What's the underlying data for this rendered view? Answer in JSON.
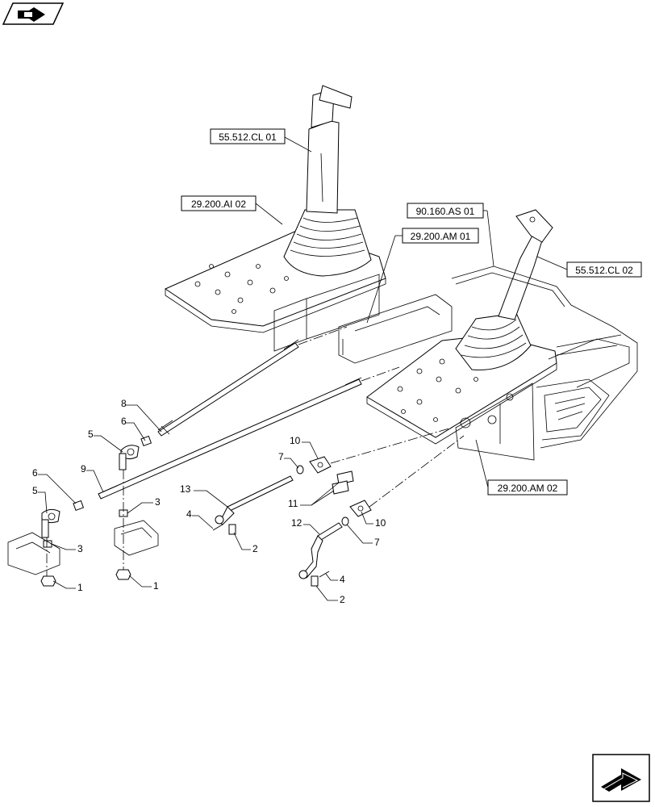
{
  "icons": {
    "top_left": "book-arrow-icon",
    "bottom_right": "next-page-arrow-icon"
  },
  "reference_labels": {
    "ref_55512_cl01": "55.512.CL 01",
    "ref_29200_ai02": "29.200.AI 02",
    "ref_90160_as01": "90.160.AS 01",
    "ref_29200_am01": "29.200.AM 01",
    "ref_55512_cl02": "55.512.CL 02",
    "ref_29200_am02": "29.200.AM 02"
  },
  "callouts": {
    "c1a": "1",
    "c1b": "1",
    "c2a": "2",
    "c2b": "2",
    "c3a": "3",
    "c3b": "3",
    "c4a": "4",
    "c4b": "4",
    "c5a": "5",
    "c5b": "5",
    "c6a": "6",
    "c6b": "6",
    "c7a": "7",
    "c7b": "7",
    "c8": "8",
    "c9": "9",
    "c10a": "10",
    "c10b": "10",
    "c11": "11",
    "c12": "12",
    "c13": "13"
  }
}
